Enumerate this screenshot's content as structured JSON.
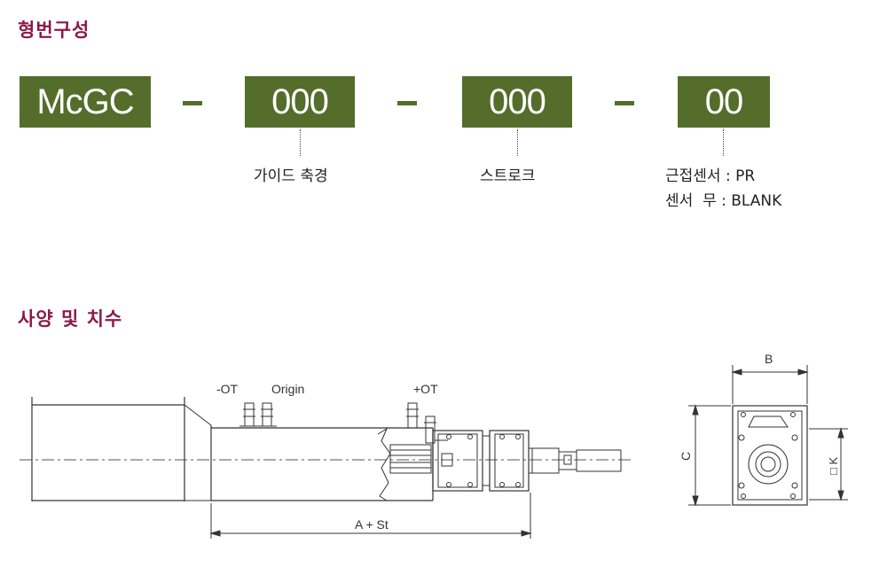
{
  "model_section": {
    "title": "형번구성",
    "code_boxes": [
      "McGC",
      "000",
      "000",
      "00"
    ],
    "descriptions": {
      "guide": "가이드 축경",
      "stroke": "스트로크",
      "sensor_with": "근접센서 : PR",
      "sensor_without": "센서  무 : BLANK"
    }
  },
  "spec_section": {
    "title": "사양 및 치수"
  },
  "drawing": {
    "labels": {
      "minus_ot": "-OT",
      "origin": "Origin",
      "plus_ot": "+OT",
      "length": "A + St",
      "width_b": "B",
      "height_c": "C",
      "square_k": "□ K"
    }
  }
}
